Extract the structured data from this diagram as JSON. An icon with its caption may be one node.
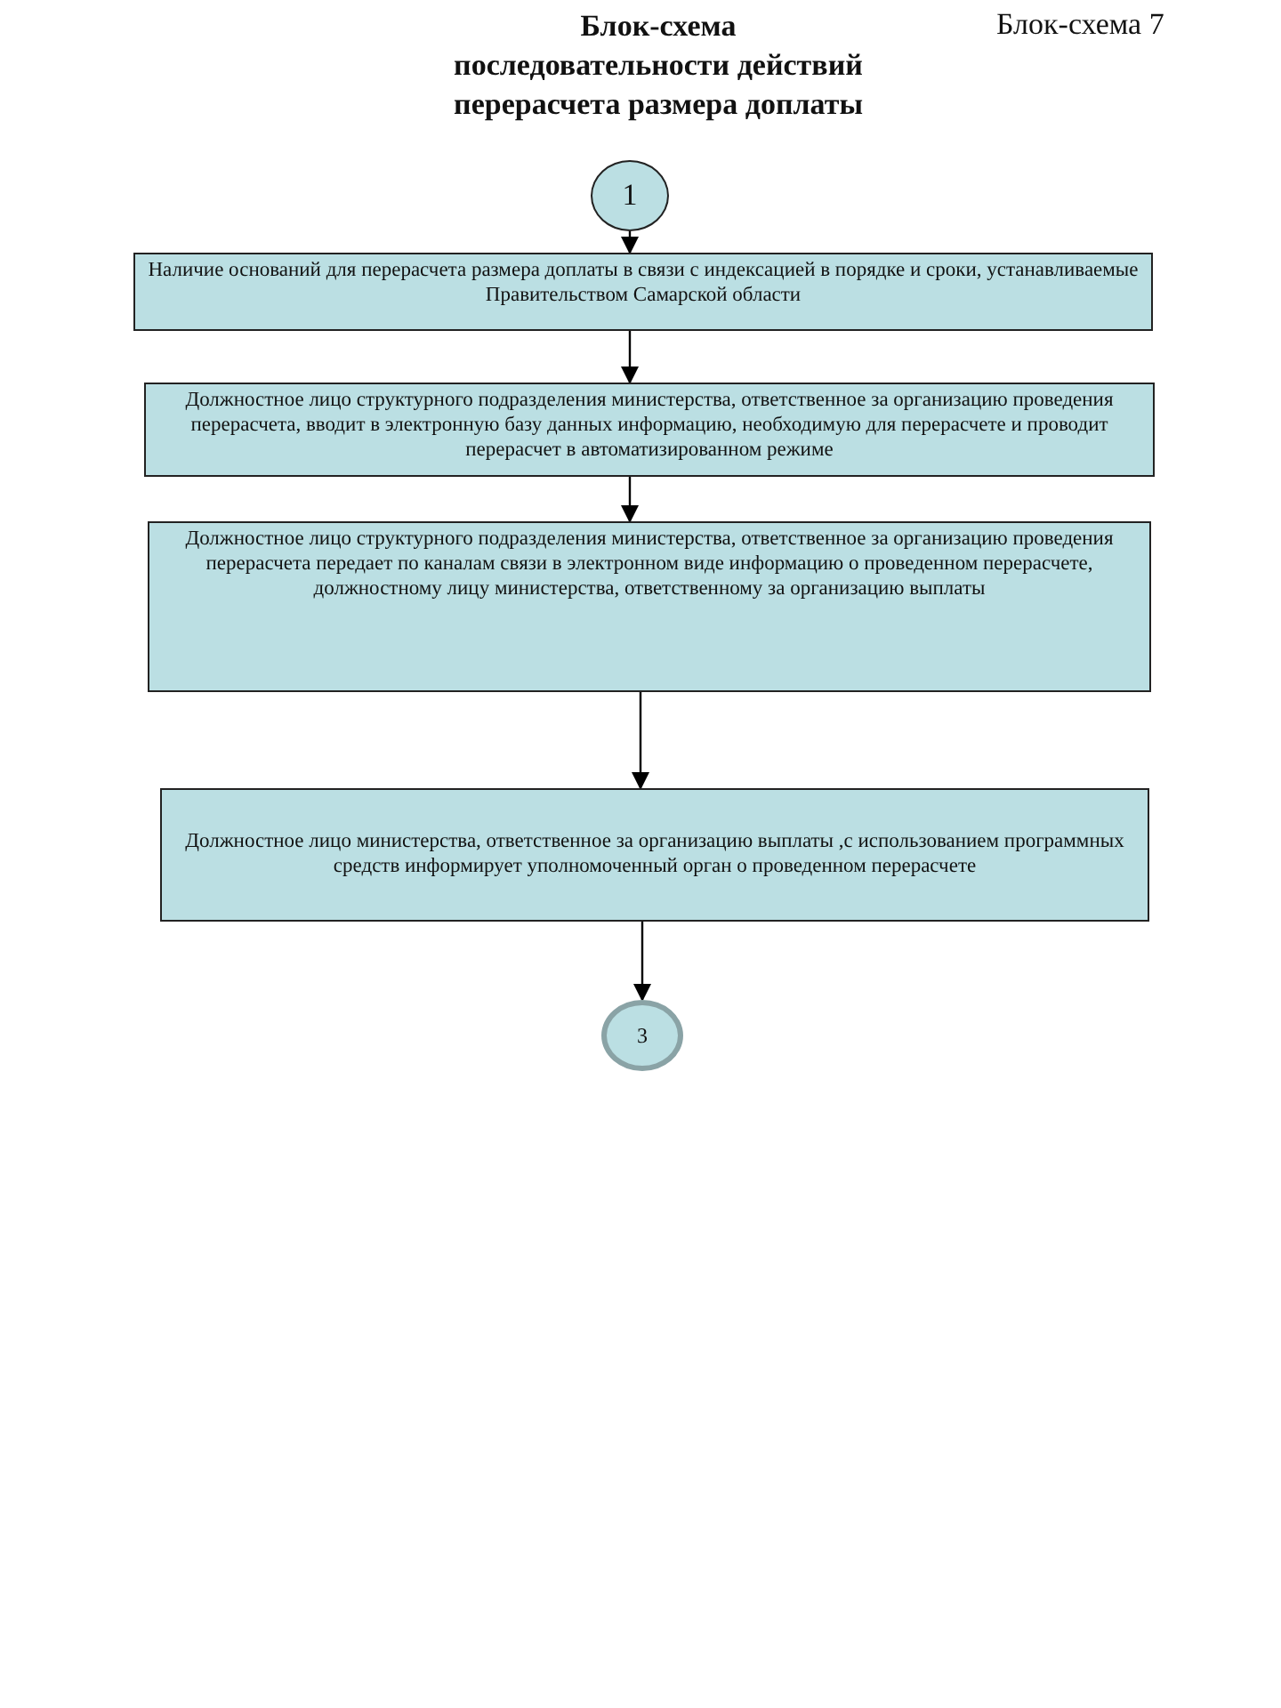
{
  "diagram": {
    "title": "Блок-схема последовательности действий перерасчета размера доплаты",
    "nodes": [
      {
        "text": [
          "1"
        ]
      },
      {
        "text": [
          "Наличие оснований для перерасчета размера доплаты в связи с индексацией в порядке и сроки, устанавливаемые Правительством Самарской области"
        ]
      },
      {
        "text": [
          "Должностное лицо структурного подразделения министерства, ответственное за организацию проведения перерасчета, вводит в электронную базу данных информацию, необходимую для перерасчете и проводит перерасчет в автоматизированном режиме"
        ]
      },
      {
        "text": [
          "Должностное лицо структурного подразделения министерства, ответственное за организацию проведения перерасчета передает по каналам связи в электронном виде информацию о проведенном перерасчете, должностному лицу министерства, ответственному за организацию выплаты"
        ]
      },
      {
        "text": [
          "Должностное лицо министерства, ответственное за организацию выплаты ,с использованием программных средств информирует уполномоченный орган о проведенном перерасчете"
        ]
      },
      {
        "text": [
          "3"
        ]
      }
    ],
    "edges": [
      {
        "from": 0,
        "to": 1,
        "arrow": "to"
      },
      {
        "from": 1,
        "to": 2,
        "arrow": "to"
      },
      {
        "from": 2,
        "to": 3,
        "arrow": "to"
      },
      {
        "from": 3,
        "to": 4,
        "arrow": "to"
      },
      {
        "from": 4,
        "to": 5,
        "arrow": "to"
      }
    ],
    "labels": [
      "Блок-схема 7"
    ]
  }
}
